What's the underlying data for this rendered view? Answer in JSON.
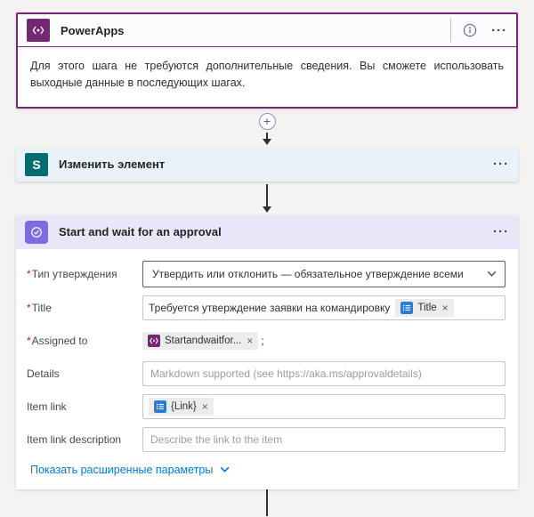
{
  "trigger": {
    "title": "PowerApps",
    "menu": "···",
    "description": "Для этого шага не требуются дополнительные сведения. Вы сможете использовать выходные данные в последующих шагах."
  },
  "insert_button": {
    "label": "+"
  },
  "edit_item": {
    "title": "Изменить элемент",
    "menu": "···",
    "icon_letter": "S"
  },
  "approval": {
    "title": "Start and wait for an approval",
    "menu": "···",
    "required_mark": "*",
    "fields": {
      "type": {
        "label": "Тип утверждения",
        "value": "Утвердить или отклонить — обязательное утверждение всеми"
      },
      "title": {
        "label": "Title",
        "text": "Требуется утверждение заявки на командировку",
        "chip": "Title",
        "remove": "×"
      },
      "assigned": {
        "label": "Assigned to",
        "chip": "Startandwaitfor...",
        "remove": "×",
        "suffix": ";"
      },
      "details": {
        "label": "Details",
        "placeholder": "Markdown supported (see https://aka.ms/approvaldetails)"
      },
      "link": {
        "label": "Item link",
        "chip": "{Link}",
        "remove": "×"
      },
      "link_desc": {
        "label": "Item link description",
        "placeholder": "Describe the link to the item"
      }
    },
    "advanced_toggle": "Показать расширенные параметры"
  },
  "colors": {
    "powerapps": "#742774",
    "sharepoint": "#036c70",
    "approvals": "#7b6cdf",
    "accent": "#0078d4",
    "required": "#a4262c"
  }
}
